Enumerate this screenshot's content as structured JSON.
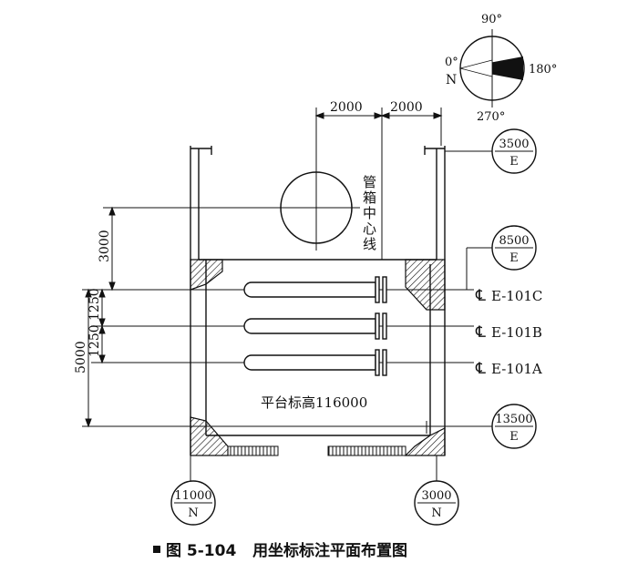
{
  "compass": {
    "north_angle": "90°",
    "east_angle": "180°",
    "south_angle": "270°",
    "west_angle": "0°",
    "north_letter": "N"
  },
  "dimensions": {
    "top_left": "2000",
    "top_right": "2000",
    "left_upper": "3000",
    "left_outer": "5000",
    "left_inner_1": "1250",
    "left_inner_2": "1250"
  },
  "pipe_center_label": [
    "管",
    "箱",
    "中",
    "心",
    "线"
  ],
  "platform_elevation": "平台标高116000",
  "equipment_tags": [
    "E-101C",
    "E-101B",
    "E-101A"
  ],
  "centerline_symbol": "℄",
  "coordinate_bubbles": [
    {
      "value": "3500",
      "axis": "E"
    },
    {
      "value": "8500",
      "axis": "E"
    },
    {
      "value": "13500",
      "axis": "E"
    },
    {
      "value": "11000",
      "axis": "N"
    },
    {
      "value": "3000",
      "axis": "N"
    }
  ],
  "caption": {
    "figure_no": "图 5-104",
    "title": "用坐标标注平面布置图"
  }
}
